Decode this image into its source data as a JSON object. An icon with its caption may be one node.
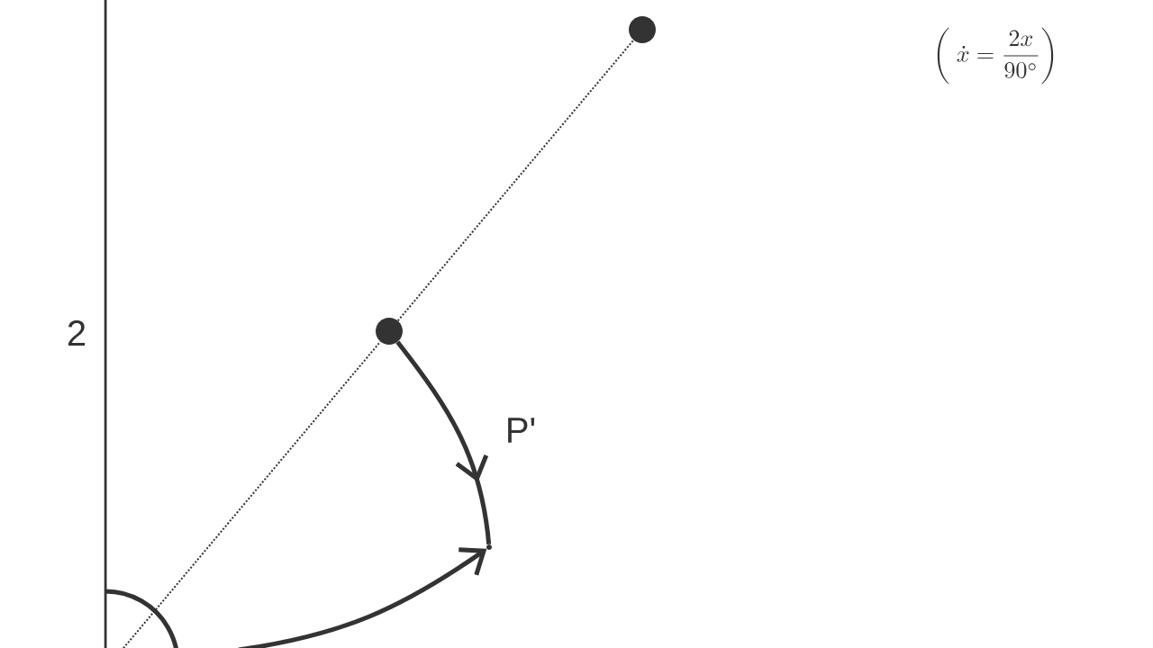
{
  "diagram": {
    "nodes": [
      {
        "text": [],
        "shape": "circle"
      },
      {
        "text": [],
        "shape": "circle"
      },
      {
        "text": [],
        "shape": "point",
        "beside": [
          "P'"
        ]
      },
      {
        "text": [],
        "shape": "arc"
      }
    ],
    "edges": [
      {
        "from": 3,
        "to": 1,
        "arrow": "none",
        "style": "dashed"
      },
      {
        "from": 1,
        "to": 0,
        "arrow": "none",
        "style": "dashed"
      },
      {
        "from": 1,
        "to": 2,
        "arrow": "to",
        "style": "thick"
      },
      {
        "from": null,
        "to": 2,
        "arrow": "to",
        "style": "thick"
      }
    ],
    "labels": [
      "\\left(\\;\\dot{x} = \\frac{2x}{90^{\\circ}}\\right)",
      "2"
    ]
  }
}
